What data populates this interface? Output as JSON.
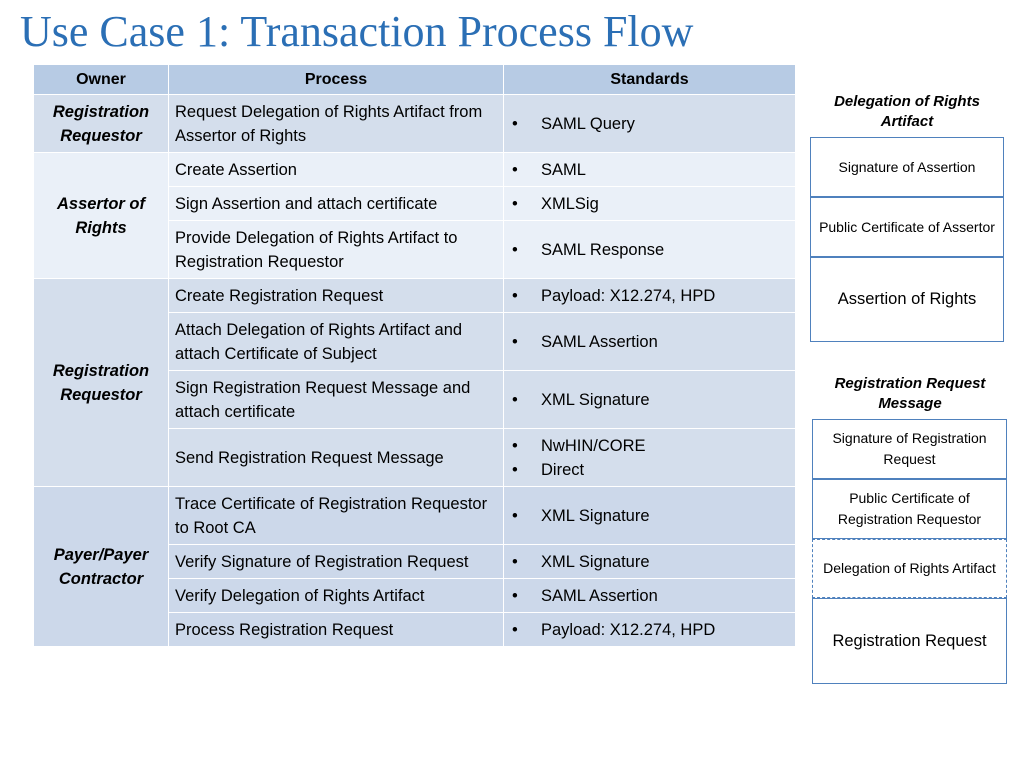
{
  "title": "Use Case 1: Transaction Process Flow",
  "table": {
    "headers": [
      "Owner",
      "Process",
      "Standards"
    ],
    "groups": [
      {
        "owner": "Registration Requestor",
        "rows": [
          {
            "process": "Request Delegation of Rights Artifact from Assertor of Rights",
            "standards": [
              "SAML Query"
            ]
          }
        ]
      },
      {
        "owner": "Assertor of Rights",
        "rows": [
          {
            "process": "Create Assertion",
            "standards": [
              "SAML"
            ]
          },
          {
            "process": "Sign Assertion and attach certificate",
            "standards": [
              "XMLSig"
            ]
          },
          {
            "process": "Provide Delegation of Rights Artifact to Registration Requestor",
            "standards": [
              "SAML Response"
            ]
          }
        ]
      },
      {
        "owner": "Registration Requestor",
        "rows": [
          {
            "process": "Create Registration Request",
            "standards": [
              "Payload: X12.274, HPD"
            ]
          },
          {
            "process": "Attach Delegation of Rights Artifact and attach Certificate of Subject",
            "standards": [
              "SAML Assertion"
            ]
          },
          {
            "process": "Sign Registration Request Message and attach certificate",
            "standards": [
              "XML Signature"
            ]
          },
          {
            "process": "Send Registration Request Message",
            "standards": [
              "NwHIN/CORE",
              "Direct"
            ]
          }
        ]
      },
      {
        "owner": "Payer/Payer Contractor",
        "rows": [
          {
            "process": "Trace Certificate of Registration Requestor to Root CA",
            "standards": [
              "XML Signature"
            ]
          },
          {
            "process": "Verify Signature of Registration Request",
            "standards": [
              "XML Signature"
            ]
          },
          {
            "process": "Verify Delegation of Rights Artifact",
            "standards": [
              "SAML Assertion"
            ]
          },
          {
            "process": "Process Registration Request",
            "standards": [
              "Payload: X12.274, HPD"
            ]
          }
        ]
      }
    ]
  },
  "artifact": {
    "title": "Delegation of Rights Artifact",
    "boxes": [
      "Signature of Assertion",
      "Public Certificate of Assertor",
      "Assertion of Rights"
    ]
  },
  "message": {
    "title": "Registration Request Message",
    "boxes": [
      "Signature of Registration Request",
      "Public Certificate of Registration Requestor",
      "Delegation of Rights Artifact",
      "Registration Request"
    ]
  },
  "colors": {
    "title": "#2B6FB5",
    "header_fill": "#B7CBE4",
    "group_fill_a": "#D4DEEC",
    "group_fill_b": "#EAF0F8",
    "group_fill_c": "#CCD8EA",
    "box_border": "#4F81BD"
  }
}
